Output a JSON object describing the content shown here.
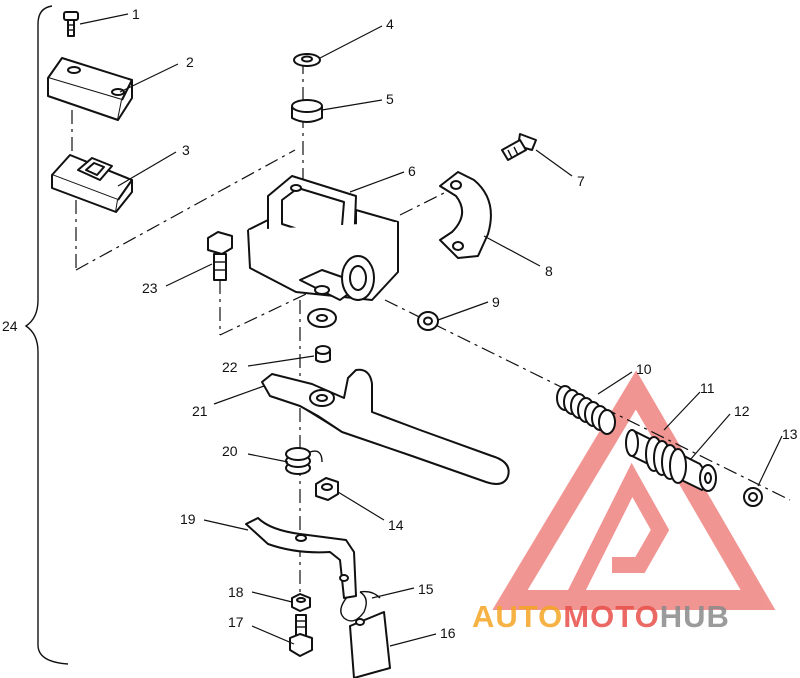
{
  "diagram": {
    "callouts": {
      "c1": "1",
      "c2": "2",
      "c3": "3",
      "c4": "4",
      "c5": "5",
      "c6": "6",
      "c7": "7",
      "c8": "8",
      "c9": "9",
      "c10": "10",
      "c11": "11",
      "c12": "12",
      "c13": "13",
      "c14": "14",
      "c15": "15",
      "c16": "16",
      "c17": "17",
      "c18": "18",
      "c19": "19",
      "c20": "20",
      "c21": "21",
      "c22": "22",
      "c23": "23",
      "c24": "24"
    }
  },
  "watermark": {
    "part1": "AUTO",
    "part2": "MOTO",
    "part3": "HUB",
    "color_orange": "#f5a524",
    "color_red": "#e8504a",
    "color_gray": "#8a8a8a"
  }
}
